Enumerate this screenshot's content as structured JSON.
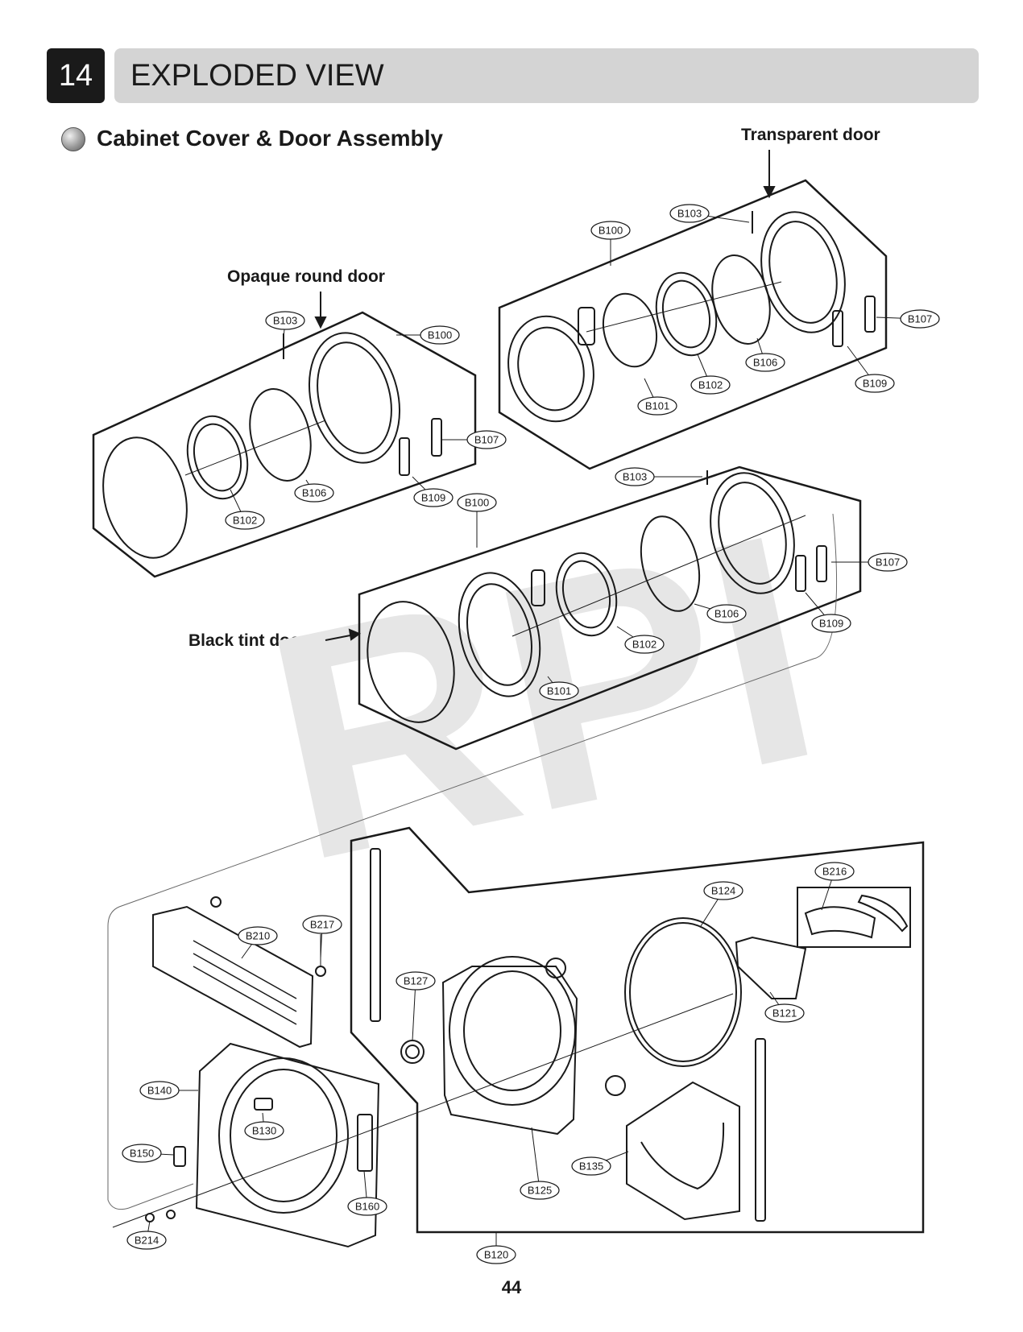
{
  "header": {
    "section_number": "14",
    "section_title": "EXPLODED VIEW"
  },
  "subheading": "Cabinet Cover & Door Assembly",
  "door_labels": {
    "transparent": "Transparent door",
    "opaque": "Opaque round door",
    "black_tint": "Black tint door"
  },
  "watermark": "RPI",
  "page_number": "44",
  "callouts": {
    "transparent": [
      "B103",
      "B100",
      "B107",
      "B106",
      "B102",
      "B101",
      "B109"
    ],
    "opaque": [
      "B103",
      "B100",
      "B107",
      "B106",
      "B102",
      "B109"
    ],
    "black_tint": [
      "B103",
      "B100",
      "B107",
      "B106",
      "B109",
      "B102",
      "B101"
    ],
    "cabinet": [
      "B216",
      "B124",
      "B217",
      "B210",
      "B127",
      "B121",
      "B140",
      "B130",
      "B150",
      "B125",
      "B135",
      "B160",
      "B214",
      "B120"
    ]
  }
}
